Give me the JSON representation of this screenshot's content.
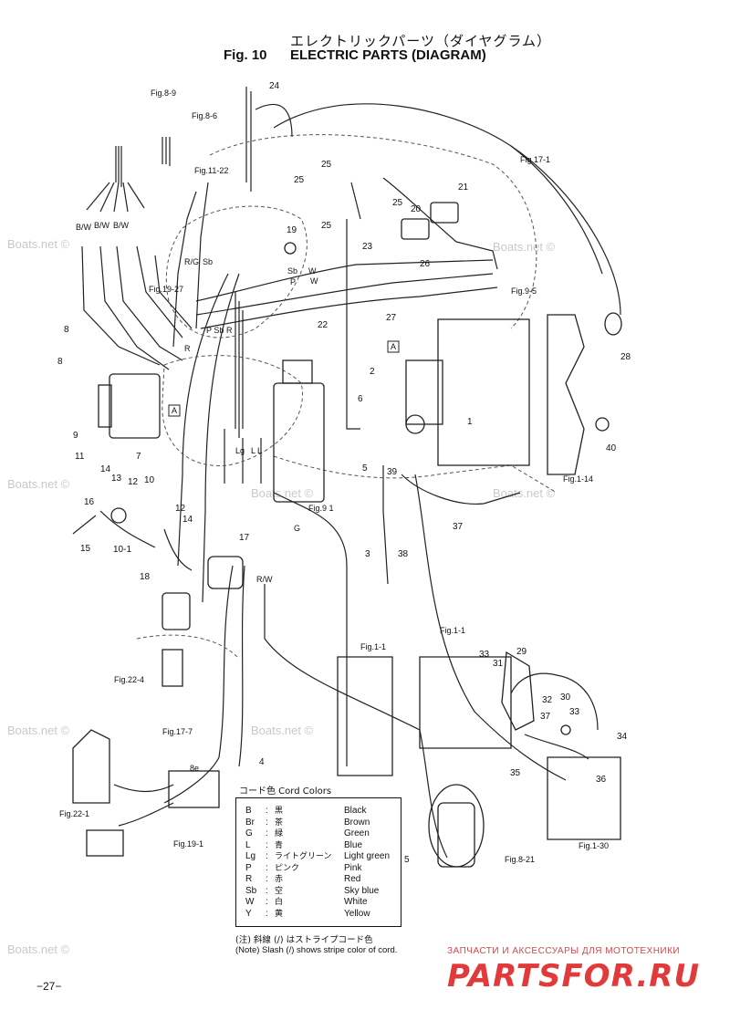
{
  "header": {
    "title_jp": "エレクトリックパーツ（ダイヤグラム）",
    "fig_number": "Fig. 10",
    "title_en": "ELECTRIC PARTS (DIAGRAM)"
  },
  "watermarks": [
    "Boats.net ©",
    "Boats.net ©",
    "Boats.net ©",
    "Boats.net ©",
    "Boats.net ©",
    "Boats.net ©",
    "Boats.net ©",
    "Boats.net ©"
  ],
  "fig_refs": {
    "f89": "Fig.8-9",
    "f86": "Fig.8-6",
    "f1122": "Fig.11-22",
    "f171": "Fig.17-1",
    "f1927": "Fig.19-27",
    "f95": "Fig.9-5",
    "f91": "Fig.9 1",
    "f114": "Fig.1-14",
    "f224": "Fig.22-4",
    "f177": "Fig.17-7",
    "f11a": "Fig.1-1",
    "f11b": "Fig.1-1",
    "f221": "Fig.22-1",
    "f191": "Fig.19-1",
    "f821": "Fig.8-21",
    "f130": "Fig.1-30"
  },
  "wire_labels": {
    "bw1": "B/W",
    "bw2": "B/W",
    "bw3": "B/W",
    "rg": "R/G",
    "sb": "Sb",
    "sb2": "Sb",
    "w1": "W",
    "w2": "W",
    "p": "P",
    "psb": "P Sb",
    "r1": "R",
    "r2": "R",
    "lg": "Lg",
    "l1": "L",
    "l2": "L",
    "g": "G",
    "rw": "R/W",
    "a1": "A",
    "a2": "A",
    "bp": "8e"
  },
  "part_numbers": {
    "n24": "24",
    "n25a": "25",
    "n25b": "25",
    "n25c": "25",
    "n25d": "25",
    "n21": "21",
    "n20": "20",
    "n19": "19",
    "n23": "23",
    "n26": "26",
    "n27": "27",
    "n22": "22",
    "n28": "28",
    "n8a": "8",
    "n8b": "8",
    "n9": "9",
    "n7": "7",
    "n2": "2",
    "n6": "6",
    "n1": "1",
    "n40": "40",
    "n39": "39",
    "n5a": "5",
    "n11": "11",
    "n14a": "14",
    "n13": "13",
    "n12a": "12",
    "n10": "10",
    "n16": "16",
    "n12b": "12",
    "n14b": "14",
    "n15": "15",
    "n101": "10-1",
    "n17": "17",
    "n3": "3",
    "n38": "38",
    "n37a": "37",
    "n18": "18",
    "n4": "4",
    "n33a": "33",
    "n31": "31",
    "n29": "29",
    "n32": "32",
    "n30": "30",
    "n33b": "33",
    "n37b": "37",
    "n34": "34",
    "n35": "35",
    "n36": "36",
    "n5b": "5"
  },
  "cord_colors": {
    "title": "コード色   Cord Colors",
    "rows": [
      {
        "code": "B",
        "jp": "黒",
        "en": "Black"
      },
      {
        "code": "Br",
        "jp": "茶",
        "en": "Brown"
      },
      {
        "code": "G",
        "jp": "緑",
        "en": "Green"
      },
      {
        "code": "L",
        "jp": "青",
        "en": "Blue"
      },
      {
        "code": "Lg",
        "jp": "ライトグリーン",
        "en": "Light green"
      },
      {
        "code": "P",
        "jp": "ピンク",
        "en": "Pink"
      },
      {
        "code": "R",
        "jp": "赤",
        "en": "Red"
      },
      {
        "code": "Sb",
        "jp": "空",
        "en": "Sky blue"
      },
      {
        "code": "W",
        "jp": "白",
        "en": "White"
      },
      {
        "code": "Y",
        "jp": "黄",
        "en": "Yellow"
      }
    ]
  },
  "note": {
    "jp": "(注)  斜線 (/) はストライプコード色",
    "en": "(Note)   Slash  (/)  shows stripe color of cord."
  },
  "page_number": "−27−",
  "partsfor": {
    "tagline": "ЗАПЧАСТИ И АКСЕССУАРЫ ДЛЯ МОТОТЕХНИКИ",
    "logo": "PARTSFOR.RU"
  },
  "colors": {
    "line": "#222222",
    "watermark": "#c9c9c9",
    "brand_red": "#e23a3a"
  }
}
